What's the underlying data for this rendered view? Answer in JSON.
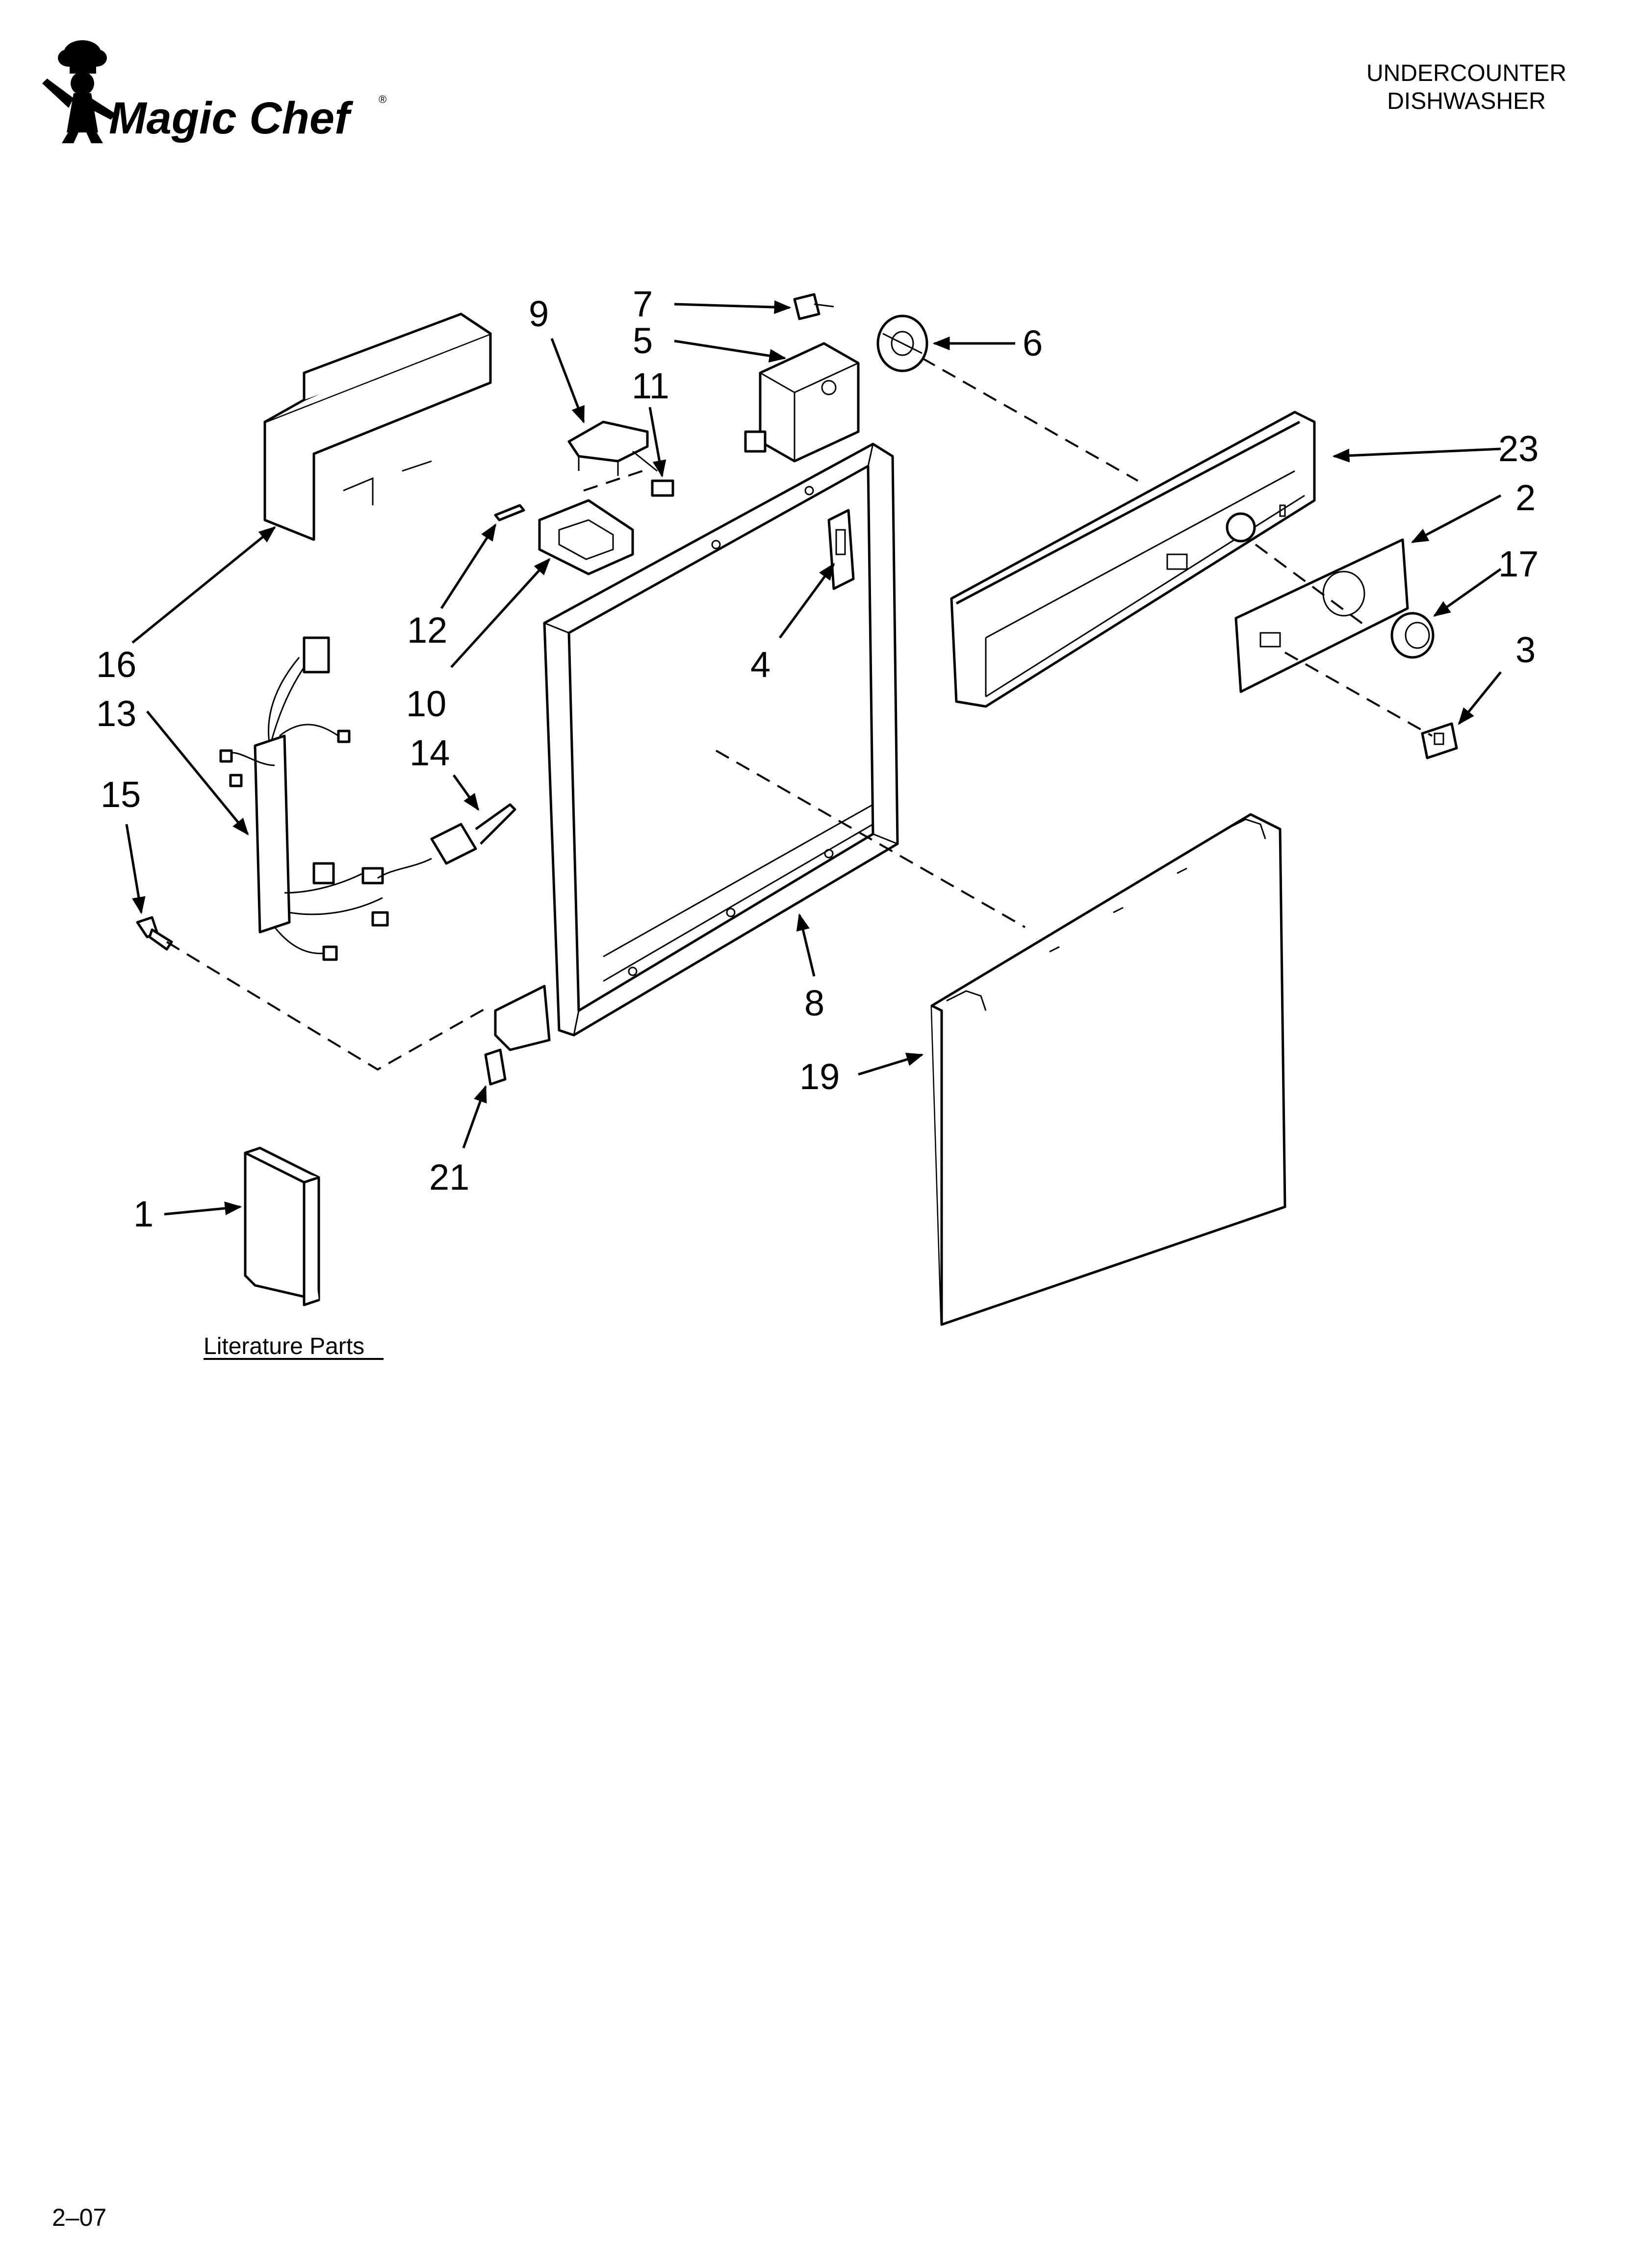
{
  "brand": {
    "logo_text": "Magic Chef",
    "registered_mark": "®",
    "logo_icon": "chef-mascot-icon"
  },
  "header": {
    "title_line1": "UNDERCOUNTER",
    "title_line2": "DISHWASHER"
  },
  "callouts": {
    "c1": "1",
    "c2": "2",
    "c3": "3",
    "c4": "4",
    "c5": "5",
    "c6": "6",
    "c7": "7",
    "c8": "8",
    "c9": "9",
    "c10": "10",
    "c11": "11",
    "c12": "12",
    "c13": "13",
    "c14": "14",
    "c15": "15",
    "c16": "16",
    "c17": "17",
    "c19": "19",
    "c21": "21",
    "c23": "23"
  },
  "literature": {
    "label": "Literature Parts"
  },
  "footer": {
    "page_code": "2–07"
  }
}
